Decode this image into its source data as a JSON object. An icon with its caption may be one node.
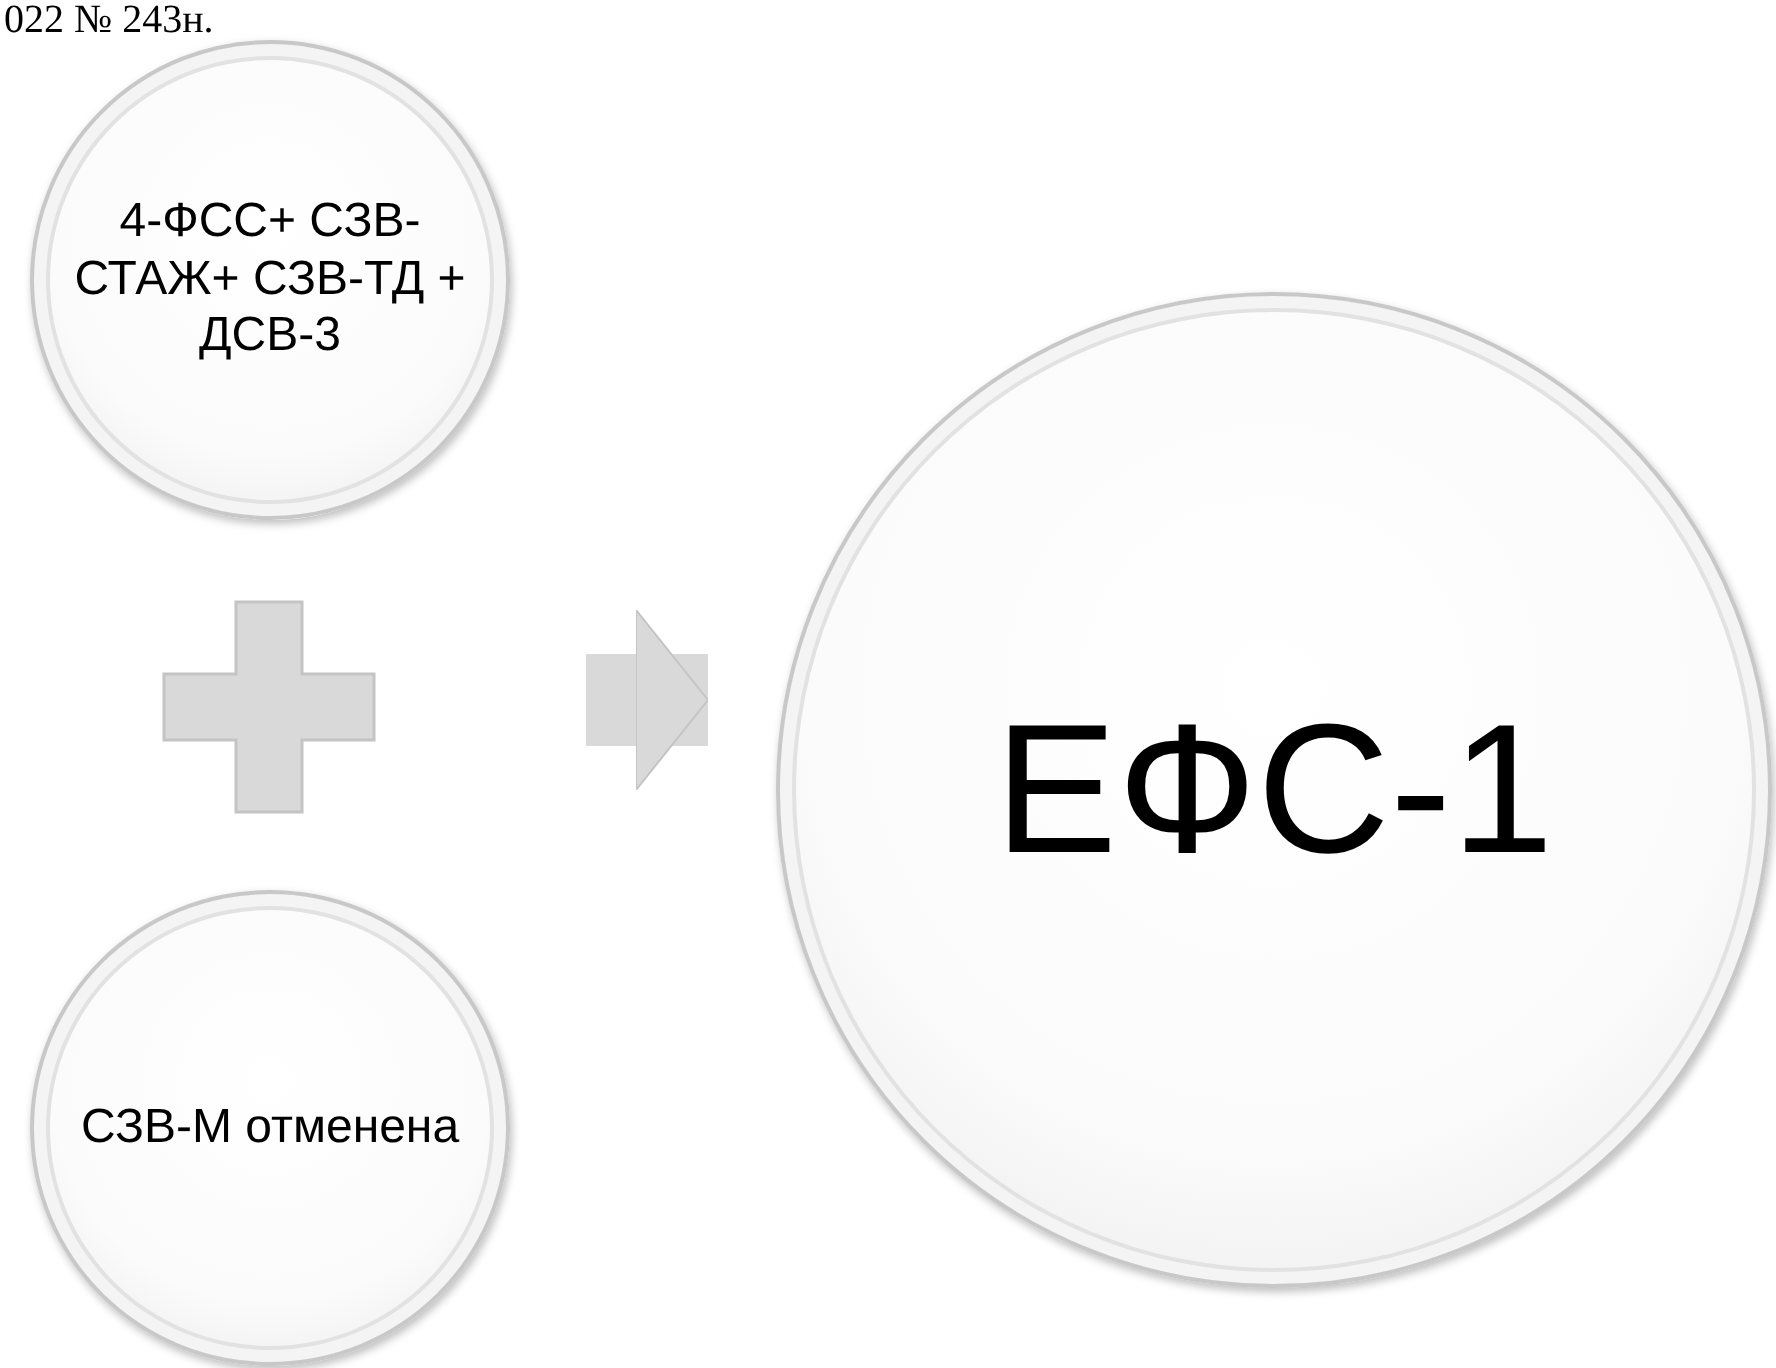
{
  "diagram": {
    "nodes": [
      {
        "text": [
          "4-ФСС+ СЗВ-СТАЖ+ СЗВ-ТД + ДСВ-3"
        ]
      },
      {
        "text": [
          "СЗВ-М отменена"
        ]
      },
      {
        "text": [
          "ЕФС-1"
        ]
      }
    ],
    "edges": [
      {
        "from": null,
        "to": 2,
        "arrow": "to"
      }
    ],
    "labels": [
      "022 № 243н."
    ]
  }
}
